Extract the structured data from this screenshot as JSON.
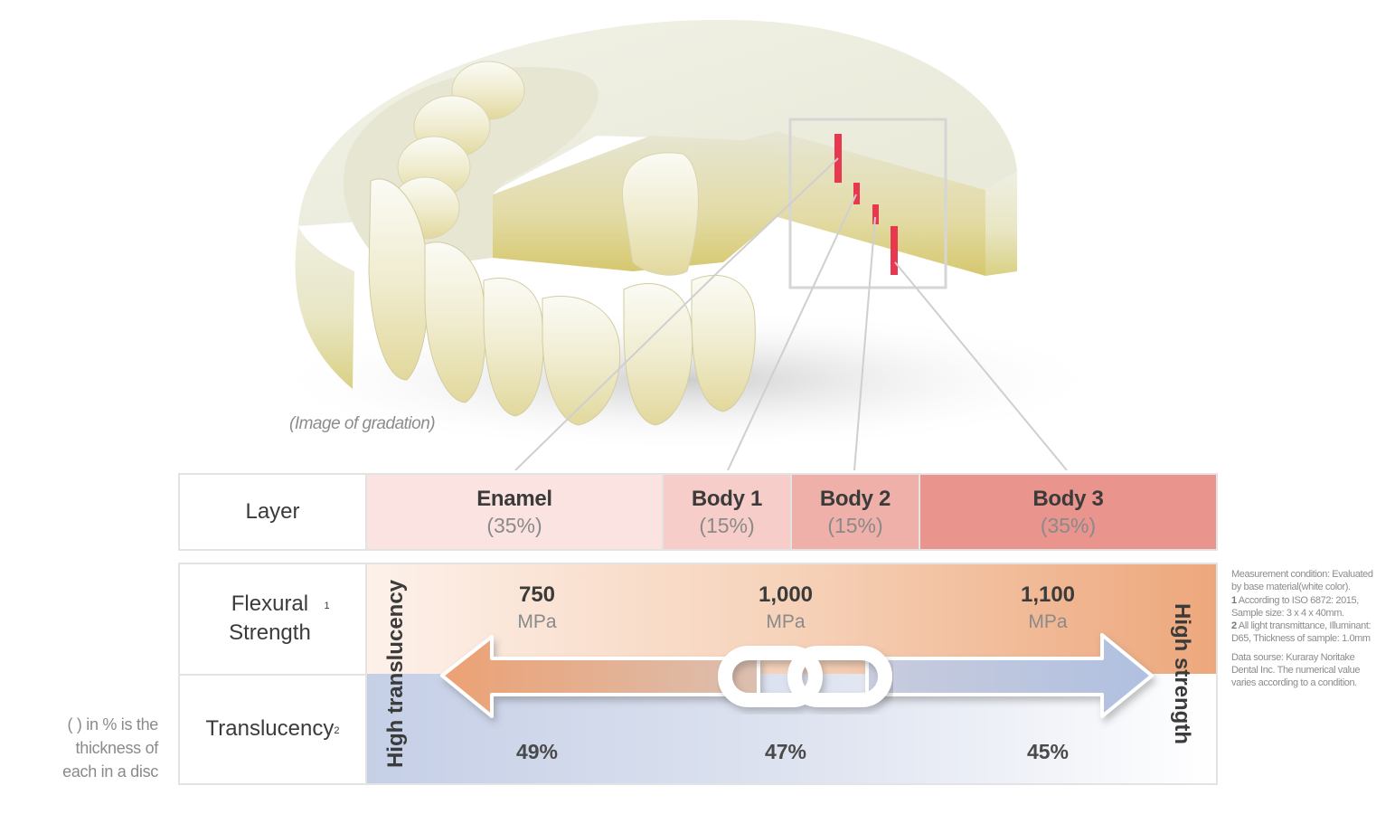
{
  "illustration": {
    "subject": "disc-with-dentures",
    "caption": "(Image of gradation)",
    "marker_color": "#e8384f"
  },
  "layer_table": {
    "header": "Layer",
    "layers": [
      {
        "name": "Enamel",
        "thickness": "(35%)",
        "color": "#fae3e1"
      },
      {
        "name": "Body 1",
        "thickness": "(15%)",
        "color": "#f6cdc8"
      },
      {
        "name": "Body 2",
        "thickness": "(15%)",
        "color": "#efb0aa"
      },
      {
        "name": "Body 3",
        "thickness": "(35%)",
        "color": "#e9948d"
      }
    ]
  },
  "property_table": {
    "rows": [
      {
        "label": "Flexural Strength",
        "footnote": "1"
      },
      {
        "label": "Translucency",
        "footnote": "2"
      }
    ],
    "left_axis_label": "High translucency",
    "right_axis_label": "High strength",
    "flexural_strength": [
      {
        "value": "750",
        "unit": "MPa"
      },
      {
        "value": "1,000",
        "unit": "MPa"
      },
      {
        "value": "1,100",
        "unit": "MPa"
      }
    ],
    "translucency": [
      "49%",
      "47%",
      "45%"
    ],
    "colors": {
      "strength": "#eda77c",
      "translucency": "#b8c6e2"
    }
  },
  "notes": {
    "left": [
      "( ) in % is the",
      "thickness of",
      "each in a disc"
    ],
    "right": {
      "condition": "Measurement condition: Evaluated by base material(white color).",
      "fn1_num": "1",
      "fn1": "According to ISO 6872: 2015, Sample size: 3 x 4 x 40mm.",
      "fn2_num": "2",
      "fn2": "All light transmittance, Illuminant: D65, Thickness of sample: 1.0mm",
      "source": "Data sourse: Kuraray Noritake Dental Inc. The numerical value varies according to a condition."
    }
  }
}
